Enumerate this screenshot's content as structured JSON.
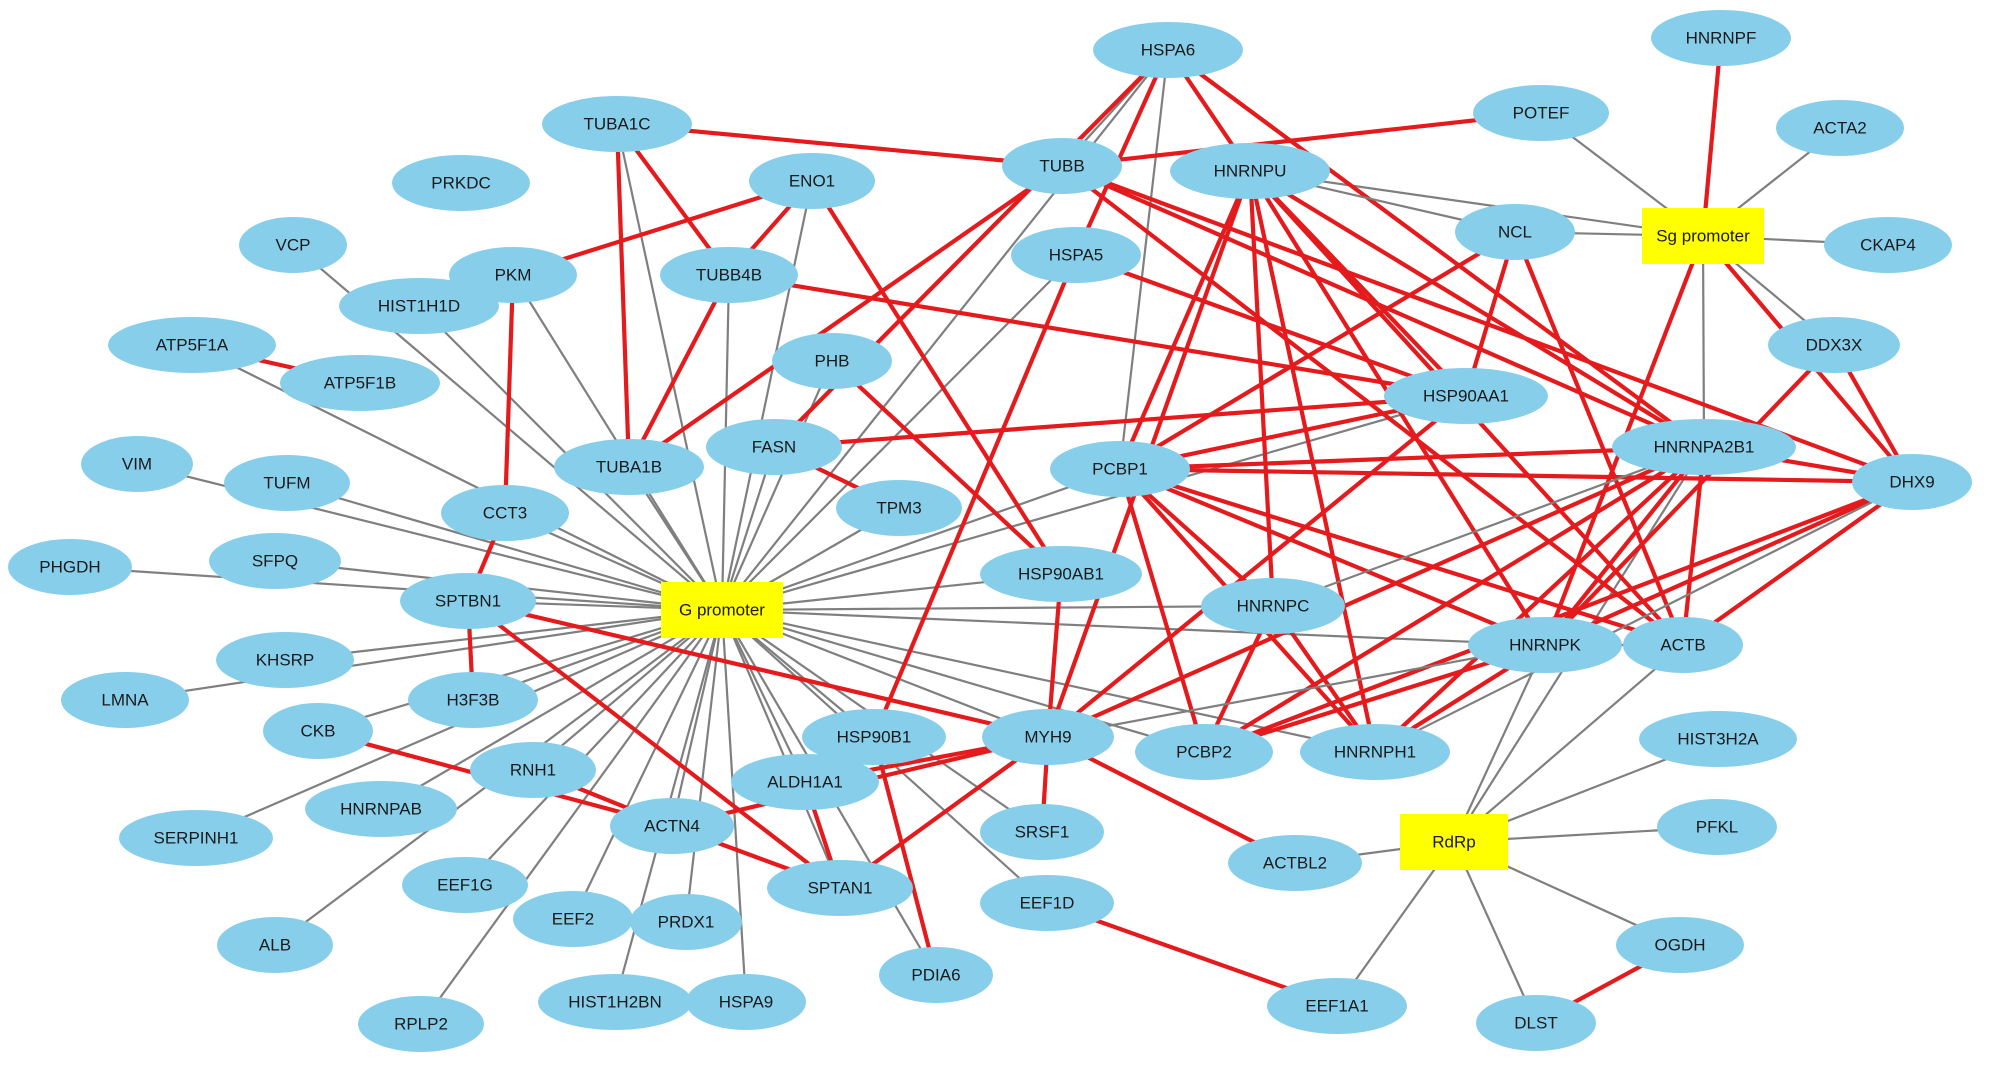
{
  "diagram": {
    "colors": {
      "protein_node": "#87ceeb",
      "target_node": "#ffff00",
      "edge_gray": "#7f7f7f",
      "edge_red": "#e41a1c"
    },
    "nodes": [
      {
        "id": "HSPA6",
        "label": "HSPA6",
        "kind": "protein"
      },
      {
        "id": "HNRNPF",
        "label": "HNRNPF",
        "kind": "protein"
      },
      {
        "id": "TUBA1C",
        "label": "TUBA1C",
        "kind": "protein"
      },
      {
        "id": "POTEF",
        "label": "POTEF",
        "kind": "protein"
      },
      {
        "id": "ACTA2",
        "label": "ACTA2",
        "kind": "protein"
      },
      {
        "id": "TUBB",
        "label": "TUBB",
        "kind": "protein"
      },
      {
        "id": "HNRNPU",
        "label": "HNRNPU",
        "kind": "protein"
      },
      {
        "id": "PRKDC",
        "label": "PRKDC",
        "kind": "protein"
      },
      {
        "id": "ENO1",
        "label": "ENO1",
        "kind": "protein"
      },
      {
        "id": "NCL",
        "label": "NCL",
        "kind": "protein"
      },
      {
        "id": "SGP",
        "label": "Sg promoter",
        "kind": "target"
      },
      {
        "id": "CKAP4",
        "label": "CKAP4",
        "kind": "protein"
      },
      {
        "id": "VCP",
        "label": "VCP",
        "kind": "protein"
      },
      {
        "id": "PKM",
        "label": "PKM",
        "kind": "protein"
      },
      {
        "id": "HSPA5",
        "label": "HSPA5",
        "kind": "protein"
      },
      {
        "id": "TUBB4B",
        "label": "TUBB4B",
        "kind": "protein"
      },
      {
        "id": "HIST1H1D",
        "label": "HIST1H1D",
        "kind": "protein"
      },
      {
        "id": "DDX3X",
        "label": "DDX3X",
        "kind": "protein"
      },
      {
        "id": "ATP5F1A",
        "label": "ATP5F1A",
        "kind": "protein"
      },
      {
        "id": "PHB",
        "label": "PHB",
        "kind": "protein"
      },
      {
        "id": "ATP5F1B",
        "label": "ATP5F1B",
        "kind": "protein"
      },
      {
        "id": "HSP90AA1",
        "label": "HSP90AA1",
        "kind": "protein"
      },
      {
        "id": "FASN",
        "label": "FASN",
        "kind": "protein"
      },
      {
        "id": "HNRNPA2B1",
        "label": "HNRNPA2B1",
        "kind": "protein"
      },
      {
        "id": "VIM",
        "label": "VIM",
        "kind": "protein"
      },
      {
        "id": "TUBA1B",
        "label": "TUBA1B",
        "kind": "protein"
      },
      {
        "id": "PCBP1",
        "label": "PCBP1",
        "kind": "protein"
      },
      {
        "id": "DHX9",
        "label": "DHX9",
        "kind": "protein"
      },
      {
        "id": "TUFM",
        "label": "TUFM",
        "kind": "protein"
      },
      {
        "id": "CCT3",
        "label": "CCT3",
        "kind": "protein"
      },
      {
        "id": "TPM3",
        "label": "TPM3",
        "kind": "protein"
      },
      {
        "id": "PHGDH",
        "label": "PHGDH",
        "kind": "protein"
      },
      {
        "id": "SFPQ",
        "label": "SFPQ",
        "kind": "protein"
      },
      {
        "id": "HSP90AB1",
        "label": "HSP90AB1",
        "kind": "protein"
      },
      {
        "id": "SPTBN1",
        "label": "SPTBN1",
        "kind": "protein"
      },
      {
        "id": "GP",
        "label": "G promoter",
        "kind": "target"
      },
      {
        "id": "HNRNPC",
        "label": "HNRNPC",
        "kind": "protein"
      },
      {
        "id": "HNRNPK",
        "label": "HNRNPK",
        "kind": "protein"
      },
      {
        "id": "ACTB",
        "label": "ACTB",
        "kind": "protein"
      },
      {
        "id": "KHSRP",
        "label": "KHSRP",
        "kind": "protein"
      },
      {
        "id": "LMNA",
        "label": "LMNA",
        "kind": "protein"
      },
      {
        "id": "H3F3B",
        "label": "H3F3B",
        "kind": "protein"
      },
      {
        "id": "CKB",
        "label": "CKB",
        "kind": "protein"
      },
      {
        "id": "HSP90B1",
        "label": "HSP90B1",
        "kind": "protein"
      },
      {
        "id": "MYH9",
        "label": "MYH9",
        "kind": "protein"
      },
      {
        "id": "PCBP2",
        "label": "PCBP2",
        "kind": "protein"
      },
      {
        "id": "HNRNPH1",
        "label": "HNRNPH1",
        "kind": "protein"
      },
      {
        "id": "HIST3H2A",
        "label": "HIST3H2A",
        "kind": "protein"
      },
      {
        "id": "RNH1",
        "label": "RNH1",
        "kind": "protein"
      },
      {
        "id": "ALDH1A1",
        "label": "ALDH1A1",
        "kind": "protein"
      },
      {
        "id": "HNRNPAB",
        "label": "HNRNPAB",
        "kind": "protein"
      },
      {
        "id": "SERPINH1",
        "label": "SERPINH1",
        "kind": "protein"
      },
      {
        "id": "ACTN4",
        "label": "ACTN4",
        "kind": "protein"
      },
      {
        "id": "SRSF1",
        "label": "SRSF1",
        "kind": "protein"
      },
      {
        "id": "RDRP",
        "label": "RdRp",
        "kind": "target"
      },
      {
        "id": "PFKL",
        "label": "PFKL",
        "kind": "protein"
      },
      {
        "id": "ACTBL2",
        "label": "ACTBL2",
        "kind": "protein"
      },
      {
        "id": "EEF1G",
        "label": "EEF1G",
        "kind": "protein"
      },
      {
        "id": "SPTAN1",
        "label": "SPTAN1",
        "kind": "protein"
      },
      {
        "id": "EEF1D",
        "label": "EEF1D",
        "kind": "protein"
      },
      {
        "id": "EEF2",
        "label": "EEF2",
        "kind": "protein"
      },
      {
        "id": "PRDX1",
        "label": "PRDX1",
        "kind": "protein"
      },
      {
        "id": "ALB",
        "label": "ALB",
        "kind": "protein"
      },
      {
        "id": "OGDH",
        "label": "OGDH",
        "kind": "protein"
      },
      {
        "id": "PDIA6",
        "label": "PDIA6",
        "kind": "protein"
      },
      {
        "id": "HIST1H2BN",
        "label": "HIST1H2BN",
        "kind": "protein"
      },
      {
        "id": "HSPA9",
        "label": "HSPA9",
        "kind": "protein"
      },
      {
        "id": "EEF1A1",
        "label": "EEF1A1",
        "kind": "protein"
      },
      {
        "id": "RPLP2",
        "label": "RPLP2",
        "kind": "protein"
      },
      {
        "id": "DLST",
        "label": "DLST",
        "kind": "protein"
      }
    ],
    "edges": [
      [
        "GP",
        "PKM",
        "gray"
      ],
      [
        "GP",
        "HIST1H1D",
        "gray"
      ],
      [
        "GP",
        "VCP",
        "gray"
      ],
      [
        "GP",
        "ATP5F1A",
        "gray"
      ],
      [
        "GP",
        "VIM",
        "gray"
      ],
      [
        "GP",
        "TUFM",
        "gray"
      ],
      [
        "GP",
        "PHGDH",
        "gray"
      ],
      [
        "GP",
        "SFPQ",
        "gray"
      ],
      [
        "GP",
        "SPTBN1",
        "gray"
      ],
      [
        "GP",
        "KHSRP",
        "gray"
      ],
      [
        "GP",
        "LMNA",
        "gray"
      ],
      [
        "GP",
        "H3F3B",
        "gray"
      ],
      [
        "GP",
        "CKB",
        "gray"
      ],
      [
        "GP",
        "RNH1",
        "gray"
      ],
      [
        "GP",
        "SERPINH1",
        "gray"
      ],
      [
        "GP",
        "HNRNPAB",
        "gray"
      ],
      [
        "GP",
        "ALB",
        "gray"
      ],
      [
        "GP",
        "EEF1G",
        "gray"
      ],
      [
        "GP",
        "RPLP2",
        "gray"
      ],
      [
        "GP",
        "EEF2",
        "gray"
      ],
      [
        "GP",
        "HIST1H2BN",
        "gray"
      ],
      [
        "GP",
        "PRDX1",
        "gray"
      ],
      [
        "GP",
        "HSPA9",
        "gray"
      ],
      [
        "GP",
        "ACTN4",
        "gray"
      ],
      [
        "GP",
        "ALDH1A1",
        "gray"
      ],
      [
        "GP",
        "SPTAN1",
        "gray"
      ],
      [
        "GP",
        "PDIA6",
        "gray"
      ],
      [
        "GP",
        "HSP90B1",
        "gray"
      ],
      [
        "GP",
        "SRSF1",
        "gray"
      ],
      [
        "GP",
        "EEF1D",
        "gray"
      ],
      [
        "GP",
        "CCT3",
        "gray"
      ],
      [
        "GP",
        "TUBA1B",
        "gray"
      ],
      [
        "GP",
        "TUBA1C",
        "gray"
      ],
      [
        "GP",
        "ENO1",
        "gray"
      ],
      [
        "GP",
        "TUBB4B",
        "gray"
      ],
      [
        "GP",
        "FASN",
        "gray"
      ],
      [
        "GP",
        "PHB",
        "gray"
      ],
      [
        "GP",
        "TPM3",
        "gray"
      ],
      [
        "GP",
        "HSP90AB1",
        "gray"
      ],
      [
        "GP",
        "PCBP1",
        "gray"
      ],
      [
        "GP",
        "HSPA5",
        "gray"
      ],
      [
        "GP",
        "HSPA6",
        "gray"
      ],
      [
        "GP",
        "HSP90AA1",
        "gray"
      ],
      [
        "GP",
        "HNRNPC",
        "gray"
      ],
      [
        "GP",
        "HNRNPK",
        "gray"
      ],
      [
        "GP",
        "PCBP2",
        "gray"
      ],
      [
        "GP",
        "HNRNPH1",
        "gray"
      ],
      [
        "GP",
        "MYH9",
        "gray"
      ],
      [
        "SGP",
        "POTEF",
        "gray"
      ],
      [
        "SGP",
        "ACTA2",
        "gray"
      ],
      [
        "SGP",
        "CKAP4",
        "gray"
      ],
      [
        "SGP",
        "NCL",
        "gray"
      ],
      [
        "SGP",
        "HNRNPU",
        "gray"
      ],
      [
        "SGP",
        "DDX3X",
        "gray"
      ],
      [
        "SGP",
        "HNRNPF",
        "red"
      ],
      [
        "SGP",
        "HNRNPA2B1",
        "gray"
      ],
      [
        "SGP",
        "HNRNPK",
        "red"
      ],
      [
        "SGP",
        "DHX9",
        "red"
      ],
      [
        "RDRP",
        "HNRNPK",
        "gray"
      ],
      [
        "RDRP",
        "ACTB",
        "gray"
      ],
      [
        "RDRP",
        "HIST3H2A",
        "gray"
      ],
      [
        "RDRP",
        "PFKL",
        "gray"
      ],
      [
        "RDRP",
        "ACTBL2",
        "gray"
      ],
      [
        "RDRP",
        "OGDH",
        "gray"
      ],
      [
        "RDRP",
        "DLST",
        "gray"
      ],
      [
        "RDRP",
        "EEF1A1",
        "gray"
      ],
      [
        "RDRP",
        "HNRNPA2B1",
        "gray"
      ],
      [
        "HSPA6",
        "TUBB",
        "gray"
      ],
      [
        "HSPA6",
        "HSPA5",
        "red"
      ],
      [
        "HSPA6",
        "FASN",
        "red"
      ],
      [
        "HSPA6",
        "HNRNPU",
        "red"
      ],
      [
        "HSPA6",
        "HNRNPA2B1",
        "red"
      ],
      [
        "HSPA6",
        "PCBP1",
        "gray"
      ],
      [
        "TUBA1C",
        "TUBB",
        "red"
      ],
      [
        "TUBA1C",
        "TUBB4B",
        "red"
      ],
      [
        "TUBA1C",
        "TUBA1B",
        "red"
      ],
      [
        "TUBB",
        "POTEF",
        "red"
      ],
      [
        "TUBB",
        "TUBA1B",
        "red"
      ],
      [
        "TUBB",
        "HNRNPA2B1",
        "red"
      ],
      [
        "TUBB",
        "DHX9",
        "red"
      ],
      [
        "TUBB",
        "ACTB",
        "red"
      ],
      [
        "TUBB4B",
        "HSP90AA1",
        "red"
      ],
      [
        "TUBB4B",
        "TUBA1B",
        "red"
      ],
      [
        "ENO1",
        "PKM",
        "red"
      ],
      [
        "ENO1",
        "TUBB4B",
        "red"
      ],
      [
        "ENO1",
        "HSP90AB1",
        "red"
      ],
      [
        "PKM",
        "CCT3",
        "red"
      ],
      [
        "ATP5F1A",
        "ATP5F1B",
        "red"
      ],
      [
        "CCT3",
        "SPTBN1",
        "red"
      ],
      [
        "SPTBN1",
        "H3F3B",
        "red"
      ],
      [
        "SPTBN1",
        "SPTAN1",
        "red"
      ],
      [
        "SPTBN1",
        "MYH9",
        "red"
      ],
      [
        "CKB",
        "ACTN4",
        "red"
      ],
      [
        "FASN",
        "HSP90AA1",
        "red"
      ],
      [
        "FASN",
        "TPM3",
        "red"
      ],
      [
        "PHB",
        "HSP90AB1",
        "red"
      ],
      [
        "HSPA5",
        "HSP90B1",
        "red"
      ],
      [
        "HSPA5",
        "HSP90AA1",
        "red"
      ],
      [
        "HSP90AA1",
        "PCBP1",
        "red"
      ],
      [
        "HSP90AA1",
        "MYH9",
        "red"
      ],
      [
        "HSP90AB1",
        "MYH9",
        "red"
      ],
      [
        "HNRNPU",
        "PCBP1",
        "red"
      ],
      [
        "HNRNPU",
        "HNRNPC",
        "red"
      ],
      [
        "HNRNPU",
        "HNRNPK",
        "red"
      ],
      [
        "HNRNPU",
        "HNRNPH1",
        "red"
      ],
      [
        "HNRNPU",
        "HSP90AA1",
        "red"
      ],
      [
        "HNRNPU",
        "HNRNPA2B1",
        "red"
      ],
      [
        "HNRNPU",
        "ACTB",
        "red"
      ],
      [
        "HNRNPU",
        "MYH9",
        "red"
      ],
      [
        "HNRNPU",
        "NCL",
        "gray"
      ],
      [
        "NCL",
        "PCBP1",
        "red"
      ],
      [
        "NCL",
        "HSP90AA1",
        "red"
      ],
      [
        "NCL",
        "ACTB",
        "red"
      ],
      [
        "PCBP1",
        "HNRNPA2B1",
        "red"
      ],
      [
        "PCBP1",
        "HNRNPC",
        "red"
      ],
      [
        "PCBP1",
        "PCBP2",
        "red"
      ],
      [
        "PCBP1",
        "HNRNPK",
        "red"
      ],
      [
        "PCBP1",
        "ACTB",
        "red"
      ],
      [
        "PCBP1",
        "HNRNPH1",
        "red"
      ],
      [
        "PCBP1",
        "DHX9",
        "red"
      ],
      [
        "HNRNPA2B1",
        "DHX9",
        "red"
      ],
      [
        "HNRNPA2B1",
        "HNRNPK",
        "red"
      ],
      [
        "HNRNPA2B1",
        "PCBP2",
        "red"
      ],
      [
        "HNRNPA2B1",
        "HNRNPH1",
        "red"
      ],
      [
        "HNRNPA2B1",
        "ACTB",
        "red"
      ],
      [
        "HNRNPA2B1",
        "HNRNPC",
        "gray"
      ],
      [
        "HNRNPA2B1",
        "MYH9",
        "red"
      ],
      [
        "DDX3X",
        "DHX9",
        "red"
      ],
      [
        "DDX3X",
        "HNRNPK",
        "red"
      ],
      [
        "DHX9",
        "HNRNPK",
        "red"
      ],
      [
        "DHX9",
        "ACTB",
        "red"
      ],
      [
        "DHX9",
        "PCBP2",
        "red"
      ],
      [
        "DHX9",
        "HNRNPH1",
        "gray"
      ],
      [
        "HNRNPC",
        "PCBP2",
        "red"
      ],
      [
        "HNRNPC",
        "HNRNPH1",
        "red"
      ],
      [
        "HNRNPK",
        "PCBP2",
        "red"
      ],
      [
        "HNRNPK",
        "HNRNPH1",
        "red"
      ],
      [
        "HNRNPK",
        "ACTB",
        "gray"
      ],
      [
        "HNRNPK",
        "MYH9",
        "gray"
      ],
      [
        "MYH9",
        "ACTN4",
        "red"
      ],
      [
        "MYH9",
        "ALDH1A1",
        "red"
      ],
      [
        "MYH9",
        "SRSF1",
        "red"
      ],
      [
        "MYH9",
        "ACTBL2",
        "red"
      ],
      [
        "MYH9",
        "SPTAN1",
        "red"
      ],
      [
        "HSP90B1",
        "PDIA6",
        "red"
      ],
      [
        "ACTN4",
        "RNH1",
        "red"
      ],
      [
        "ACTN4",
        "SPTAN1",
        "red"
      ],
      [
        "EEF1D",
        "EEF1A1",
        "red"
      ],
      [
        "OGDH",
        "DLST",
        "red"
      ],
      [
        "ALDH1A1",
        "SPTAN1",
        "red"
      ]
    ]
  }
}
